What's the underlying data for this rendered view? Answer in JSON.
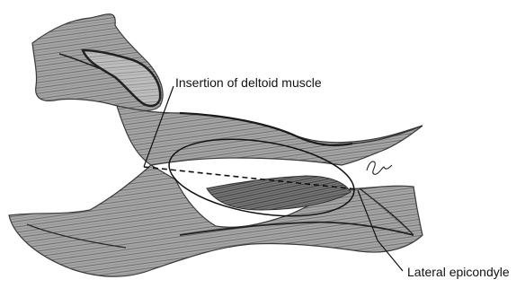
{
  "labels": {
    "deltoid_insertion": "Insertion of deltoid muscle",
    "lateral_epicondyle": "Lateral epicondyle"
  },
  "colors": {
    "background": "#ffffff",
    "bone_fill": "#9a9a9a",
    "bone_dark": "#3a3a3a",
    "line": "#111111"
  },
  "icons": {
    "signature": "artist-signature-mark"
  }
}
